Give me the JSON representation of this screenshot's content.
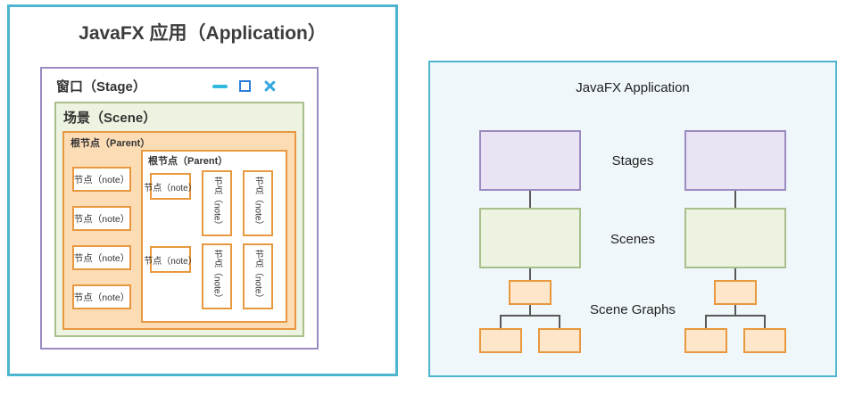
{
  "colors": {
    "panel_border": "#4db5cf",
    "stage_border": "#9b8bc0",
    "stage_fill": "#e9e3f3",
    "scene_border": "#a9bf8b",
    "scene_fill": "#edf3e1",
    "parent_border": "#e8993f",
    "parent_fill": "#fbdcb5",
    "node_fill": "#fde6c9",
    "connector": "#595959",
    "control_minimize": "#30b8dd",
    "control_maximize": "#2e7ed9",
    "control_close": "#36a7e0"
  },
  "left_panel": {
    "title": "JavaFX 应用（Application）",
    "stage": {
      "label": "窗口（Stage）",
      "controls": [
        "minimize",
        "maximize",
        "close"
      ]
    },
    "scene": {
      "label": "场景（Scene）"
    },
    "parent": {
      "label": "根节点（Parent）",
      "nodes": [
        "节点（note）",
        "节点（note）",
        "节点（note）",
        "节点（note）"
      ],
      "inner_parent": {
        "label": "根节点（Parent）",
        "nodes": [
          "节点（note）",
          "节点（note）",
          "节点（note）",
          "节点（note）",
          "节点（note）",
          "节点（note）"
        ]
      }
    }
  },
  "right_panel": {
    "title": "JavaFX Application",
    "row_labels": [
      "Stages",
      "Scenes",
      "Scene Graphs"
    ]
  }
}
